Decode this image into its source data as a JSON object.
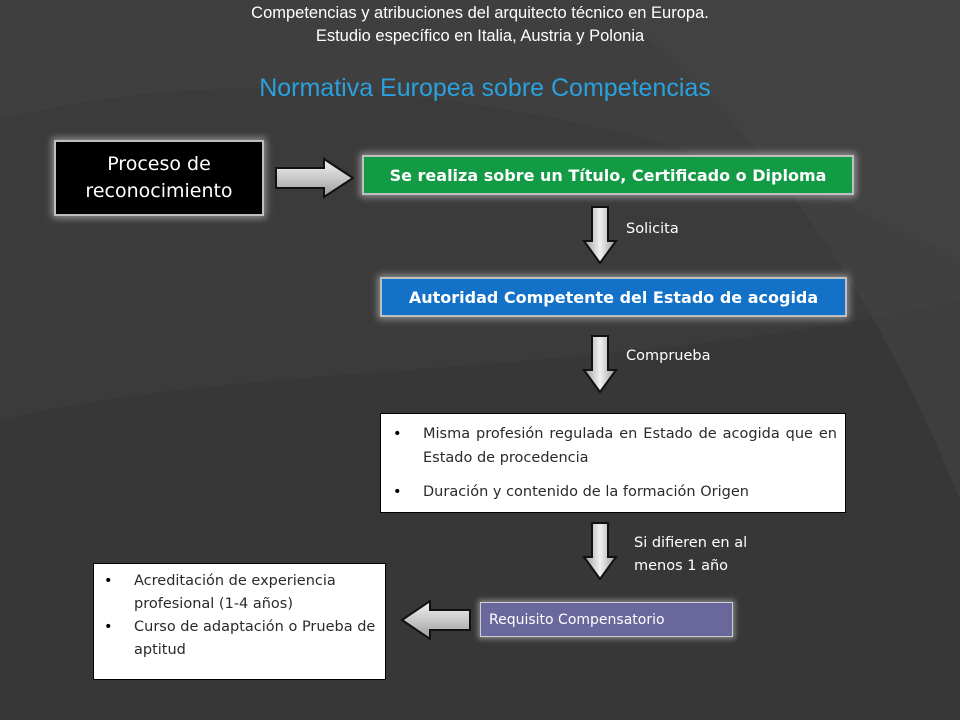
{
  "header": {
    "line1": "Competencias y atribuciones del arquitecto técnico en Europa.",
    "line2": "Estudio específico en Italia, Austria y Polonia"
  },
  "title": "Normativa Europea sobre Competencias",
  "flow": {
    "proceso_line1": "Proceso de",
    "proceso_line2": "reconocimiento",
    "titulo": "Se realiza sobre un Título, Certificado o Diploma",
    "solicita": "Solicita",
    "autoridad": "Autoridad Competente del Estado de acogida",
    "comprueba": "Comprueba",
    "criterios": [
      "Misma profesión regulada en Estado de acogida que en Estado de procedencia",
      "Duración y contenido de la formación Origen"
    ],
    "difieren_line1": "Si difieren en al",
    "difieren_line2": "menos 1 año",
    "requisito": "Requisito Compensatorio",
    "medidas": [
      "Acreditación de experiencia profesional (1-4 años)",
      "Curso de adaptación o Prueba de aptitud"
    ]
  },
  "colors": {
    "background": "#3b3b3b",
    "title": "#2aa1dd",
    "green_box": "#139a45",
    "blue_box": "#1372c7",
    "purple_box": "#6a679c"
  }
}
